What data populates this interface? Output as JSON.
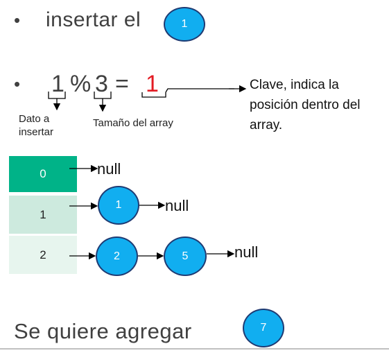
{
  "line1": {
    "bullet": "•",
    "text": "insertar el",
    "node_value": "1"
  },
  "formula": {
    "bullet": "•",
    "dividend": "1",
    "operator": "%",
    "divisor": "3",
    "equals": "=",
    "result": "1",
    "result_color": "#e31b23",
    "dividend_label_line1": "Dato a",
    "dividend_label_line2": "insertar",
    "divisor_label": "Tamaño del array",
    "result_desc_line1": "Clave, indica la",
    "result_desc_line2": "posición dentro del",
    "result_desc_line3": "array."
  },
  "table": {
    "rows": [
      {
        "index": "0",
        "color": "#00b388",
        "text_color": "#ffffff",
        "null_label": "null"
      },
      {
        "index": "1",
        "color": "#cdeade",
        "text_color": "#222222",
        "node": "1",
        "null_label": "null"
      },
      {
        "index": "2",
        "color": "#e7f5ee",
        "text_color": "#222222",
        "nodes": [
          "2",
          "5"
        ],
        "null_label": "null"
      }
    ]
  },
  "bottom": {
    "text": "Se quiere agregar",
    "node_value": "7"
  },
  "colors": {
    "node_fill": "#11aef0",
    "node_border": "#1f3b73"
  }
}
